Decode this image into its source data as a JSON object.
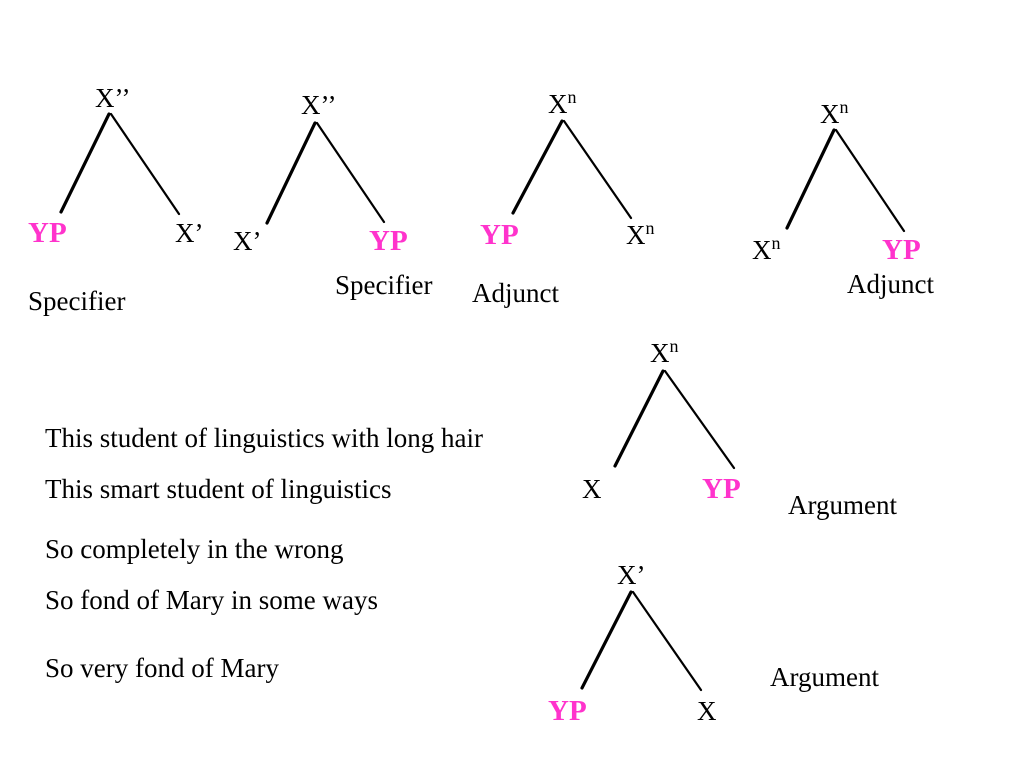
{
  "colors": {
    "highlight": "#ff33cc",
    "text": "#000000",
    "background": "#ffffff"
  },
  "trees": [
    {
      "root": {
        "base": "X",
        "mark": "’’"
      },
      "left": {
        "base": "YP",
        "mark": "",
        "highlight": true
      },
      "right": {
        "base": "X",
        "mark": "’",
        "highlight": false
      },
      "label": "Specifier"
    },
    {
      "root": {
        "base": "X",
        "mark": "’’"
      },
      "left": {
        "base": "X",
        "mark": "’",
        "highlight": false
      },
      "right": {
        "base": "YP",
        "mark": "",
        "highlight": true
      },
      "label": "Specifier"
    },
    {
      "root": {
        "base": "X",
        "sup": "n"
      },
      "left": {
        "base": "YP",
        "sup": "",
        "highlight": true
      },
      "right": {
        "base": "X",
        "sup": "n",
        "highlight": false
      },
      "label": "Adjunct"
    },
    {
      "root": {
        "base": "X",
        "sup": "n"
      },
      "left": {
        "base": "X",
        "sup": "n",
        "highlight": false
      },
      "right": {
        "base": "YP",
        "sup": "",
        "highlight": true
      },
      "label": "Adjunct"
    },
    {
      "root": {
        "base": "X",
        "sup": "n"
      },
      "left": {
        "base": "X",
        "sup": "",
        "highlight": false
      },
      "right": {
        "base": "YP",
        "sup": "",
        "highlight": true
      },
      "label": "Argument"
    },
    {
      "root": {
        "base": "X",
        "mark": "’"
      },
      "left": {
        "base": "YP",
        "mark": "",
        "highlight": true
      },
      "right": {
        "base": "X",
        "mark": "",
        "highlight": false
      },
      "label": "Argument"
    }
  ],
  "examples": [
    "This student of linguistics with long hair",
    "This smart student of linguistics",
    "So completely in the wrong",
    "So fond of Mary in some ways",
    "So very fond of Mary"
  ]
}
